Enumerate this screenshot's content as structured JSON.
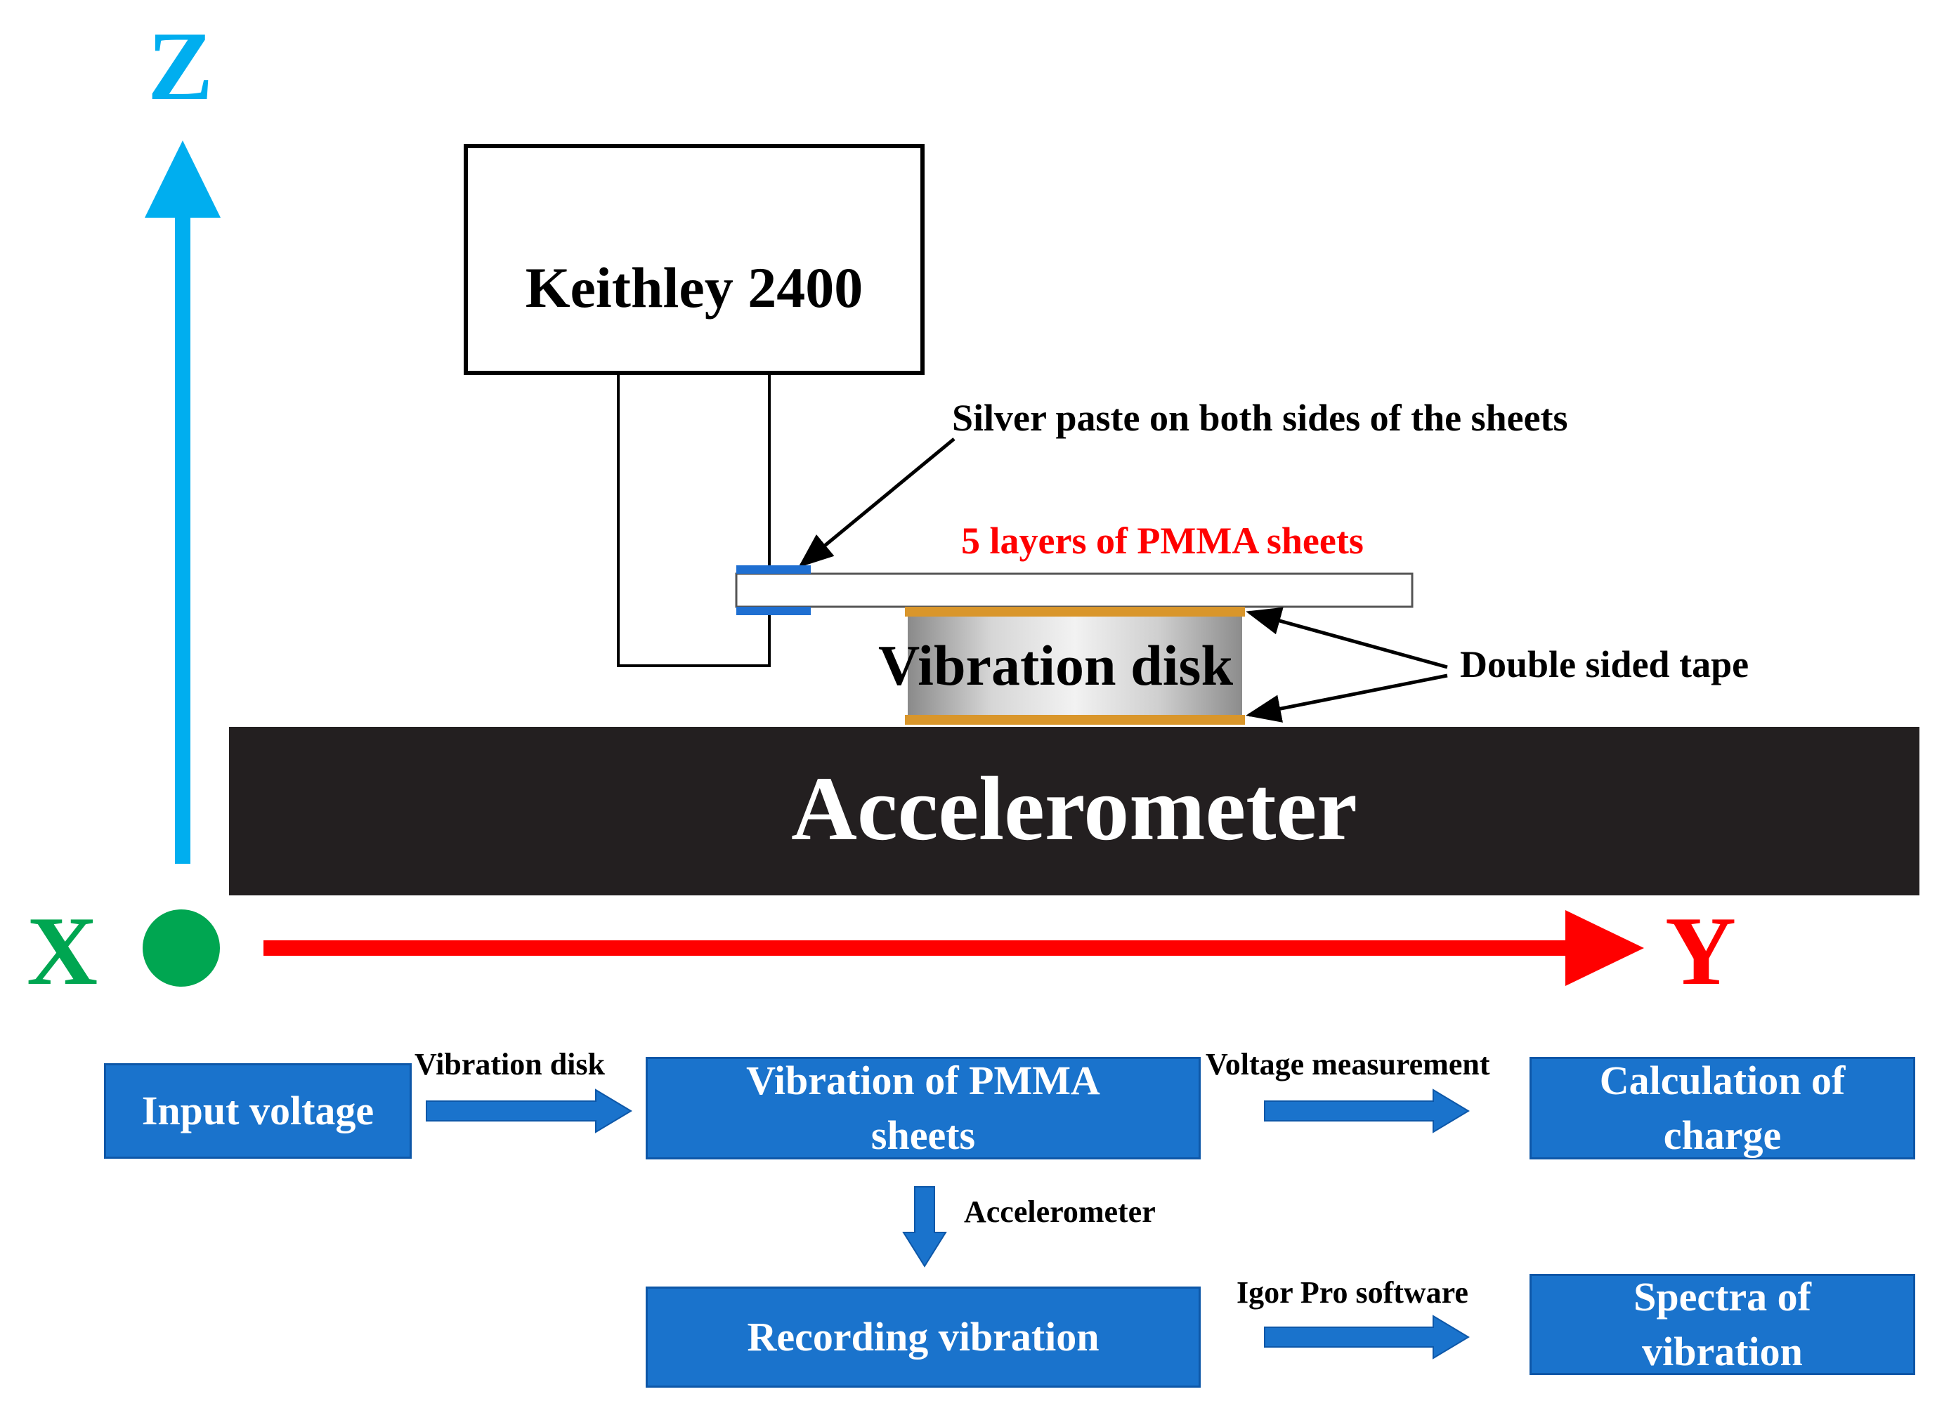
{
  "axes": {
    "z_label": "Z",
    "x_label": "X",
    "y_label": "Y",
    "z_color": "#00aeef",
    "x_color": "#00a651",
    "y_color": "#ff0000"
  },
  "setup": {
    "keithley_label": "Keithley 2400",
    "silver_paste_label": "Silver paste on both sides of the sheets",
    "pmma_label": "5 layers of PMMA sheets",
    "pmma_label_color": "#ff0000",
    "vibration_disk_label": "Vibration disk",
    "double_sided_tape_label": "Double sided tape",
    "accelerometer_label": "Accelerometer",
    "electrode_color": "#1f6fd1",
    "tape_color": "#d9962b"
  },
  "flow": {
    "box_color": "#1a73cc",
    "input_voltage": "Input voltage",
    "vibration_pmma": "Vibration of PMMA sheets",
    "calculation_charge": "Calculation of charge",
    "recording_vibration": "Recording vibration",
    "spectra_vibration": "Spectra of vibration",
    "arrow_vibration_disk": "Vibration disk",
    "arrow_voltage_measurement": "Voltage measurement",
    "arrow_accelerometer": "Accelerometer",
    "arrow_igor_pro": "Igor Pro software"
  }
}
